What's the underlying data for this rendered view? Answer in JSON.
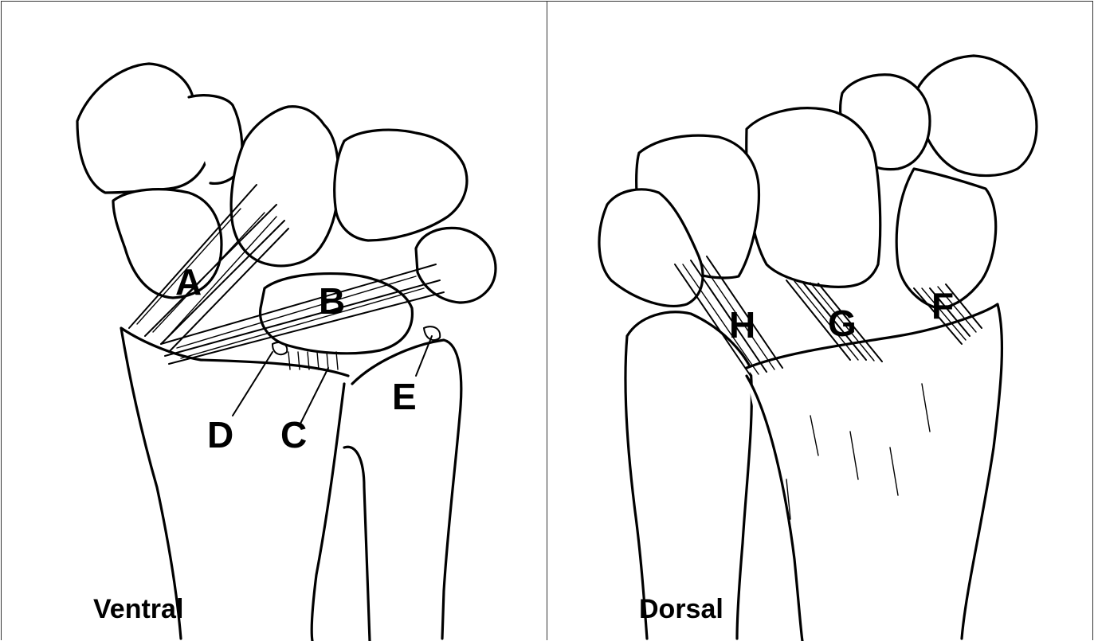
{
  "panels": [
    {
      "label": "Ventral",
      "ligaments": [
        "A",
        "B",
        "C",
        "D",
        "E"
      ]
    },
    {
      "label": "Dorsal",
      "ligaments": [
        "F",
        "G",
        "H"
      ]
    }
  ]
}
